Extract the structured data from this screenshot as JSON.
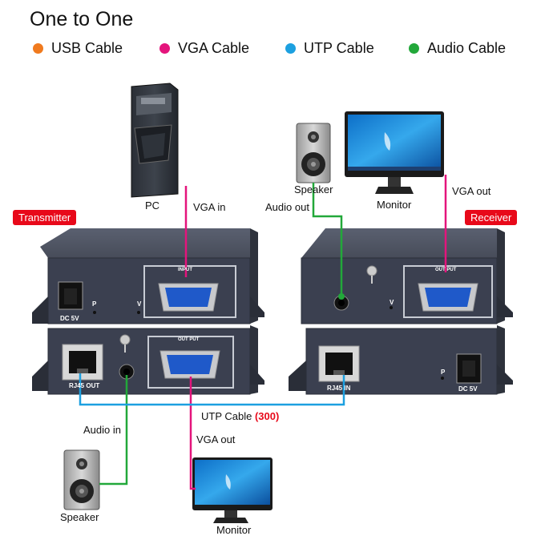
{
  "title": "One to One",
  "legend": [
    {
      "label": "USB Cable",
      "color": "#f07a1e"
    },
    {
      "label": "VGA Cable",
      "color": "#e4147c"
    },
    {
      "label": "UTP Cable",
      "color": "#1ca0e0"
    },
    {
      "label": "Audio Cable",
      "color": "#22a83a"
    }
  ],
  "tags": {
    "transmitter": "Transmitter",
    "receiver": "Receiver"
  },
  "labels": {
    "pc": "PC",
    "vga_in": "VGA in",
    "speaker_top": "Speaker",
    "audio_out": "Audio out",
    "monitor_top": "Monitor",
    "vga_out_top": "VGA out",
    "audio_in": "Audio in",
    "vga_out_bottom": "VGA out",
    "speaker_bottom": "Speaker",
    "monitor_bottom": "Monitor",
    "utp_cable": "UTP Cable ",
    "utp_length": "(300)"
  },
  "device": {
    "tx_input_port": "INPUT",
    "tx_output_port": "OUT PUT",
    "rx_output_port": "OUT PUT",
    "dc_tx": "DC 5V",
    "dc_rx": "DC 5V",
    "rj45_out": "RJ45  OUT",
    "rj45_in": "RJ45  IN",
    "p_label": "P",
    "v_label": "V"
  }
}
